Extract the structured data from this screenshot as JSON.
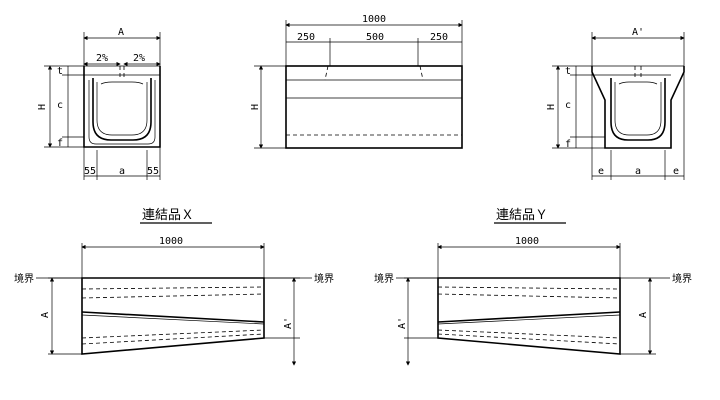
{
  "labels": {
    "A": "A",
    "A_prime": "A'",
    "a": "a",
    "H": "H",
    "c": "c",
    "t": "t",
    "f": "f",
    "e": "e",
    "slope": "2%",
    "d55": "55",
    "d1000": "1000",
    "d250": "250",
    "d500": "500",
    "boundary": "境界"
  },
  "titles": {
    "x": "連結品Ｘ",
    "y": "連結品Ｙ"
  }
}
